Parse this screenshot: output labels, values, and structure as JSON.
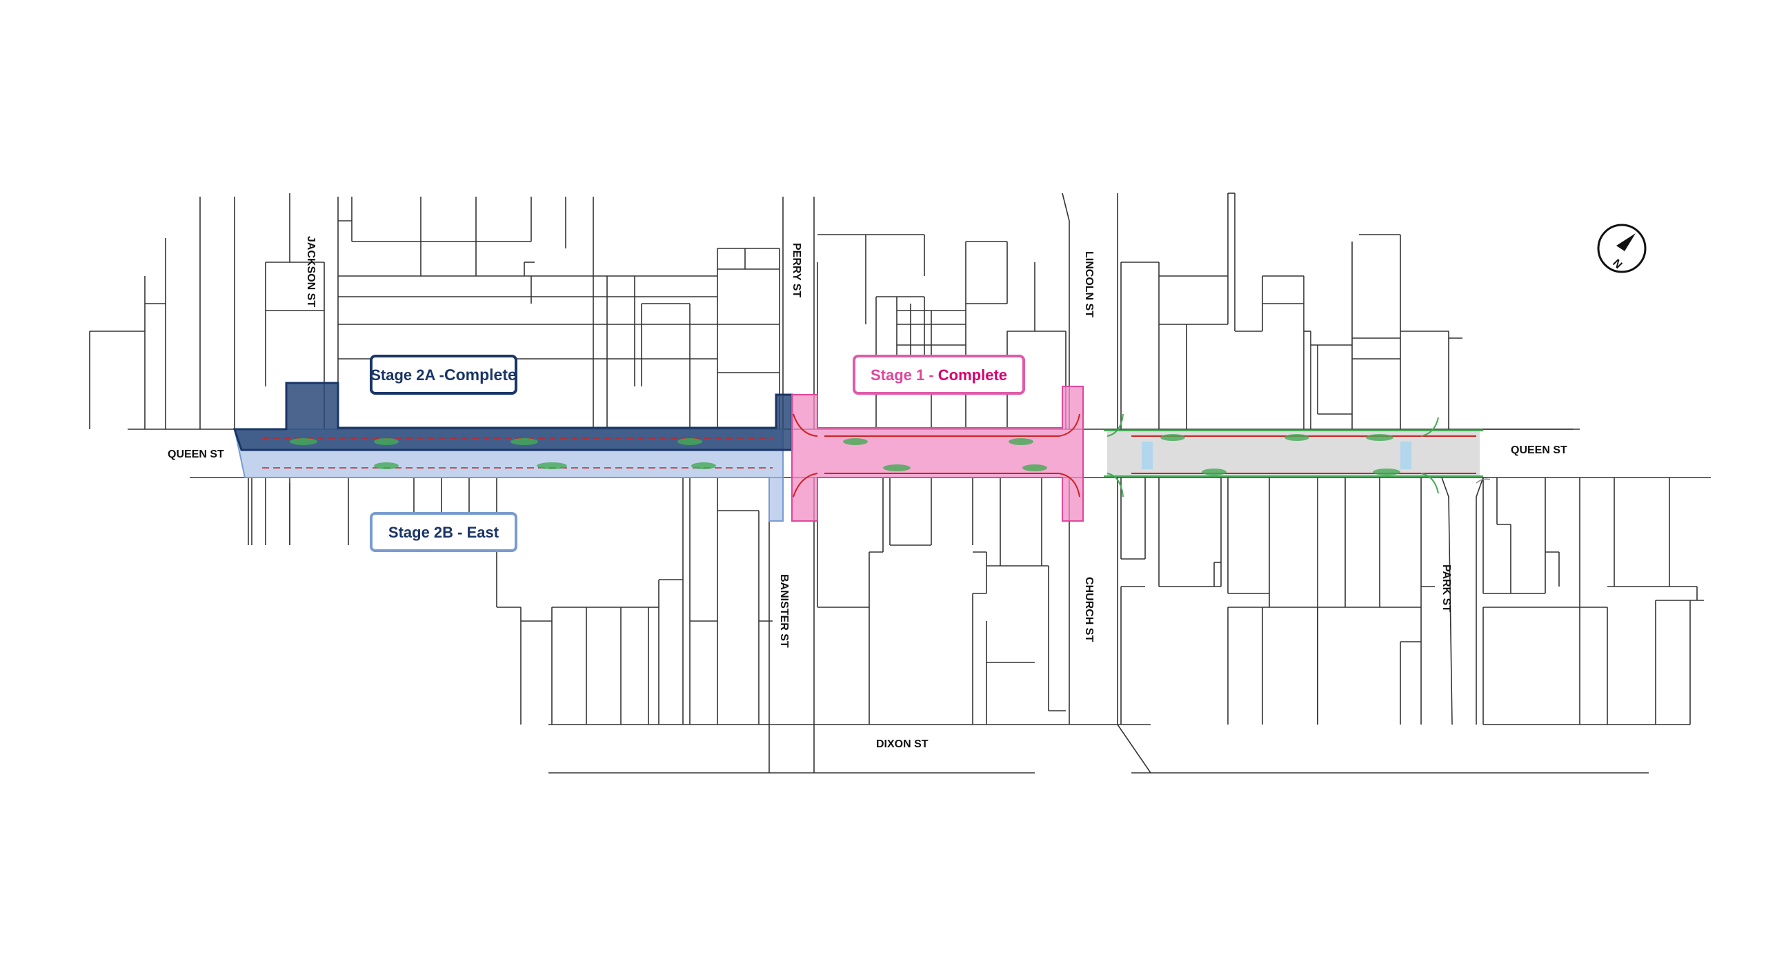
{
  "map": {
    "streets": {
      "queen_west": "QUEEN ST",
      "queen_east": "QUEEN ST",
      "jackson": "JACKSON ST",
      "perry": "PERRY ST",
      "banister": "BANISTER ST",
      "lincoln": "LINCOLN ST",
      "church": "CHURCH ST",
      "park": "PARK ST",
      "dixon": "DIXON ST"
    },
    "stages": {
      "stage_2a": {
        "label": "Stage 2A -",
        "status": "Complete",
        "color": "#1f3a68",
        "fill": "#2c4a7a"
      },
      "stage_1": {
        "label": "Stage 1 - ",
        "status": "Complete",
        "color": "#e0469a",
        "fill": "#f08ec4"
      },
      "stage_2b": {
        "label": "Stage 2B - East",
        "color": "#7a9bd0",
        "fill": "#a9c0e6"
      }
    },
    "compass": {
      "letter": "N",
      "icon": "north-arrow-icon"
    },
    "colors": {
      "linework": "#333333",
      "road_markings": "#cc2222",
      "landscaping": "#44aa55",
      "stage_east_fill": "#d9d9d9"
    }
  }
}
